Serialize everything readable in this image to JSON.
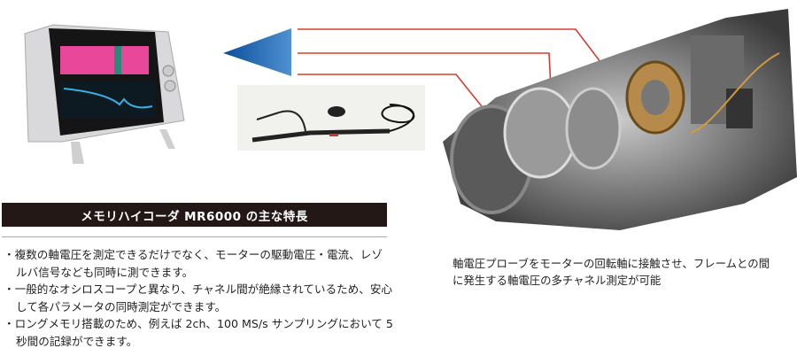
{
  "header": {
    "title": "メモリハイコーダ MR6000 の主な特長"
  },
  "features": [
    "・複数の軸電圧を測定できるだけでなく、モーターの駆動電圧・電流、レゾルバ信号なども同時に測できます。",
    "・一般的なオシロスコープと異なり、チャネル間が絶縁されているため、安心して各パラメータの同時測定ができます。",
    "・ロングメモリ搭載のため、例えば 2ch、100 MS/s サンプリングにおいて 5 秒間の記録ができます。"
  ],
  "caption": "軸電圧プローブをモーターの回転軸に接触させ、フレームとの間に発生する軸電圧の多チャネル測定が可能",
  "colors": {
    "header_bg": "#231815",
    "arrow_blue": "#1a5fa8",
    "line_red": "#d83a2e",
    "screen_pink": "#e8479a"
  }
}
